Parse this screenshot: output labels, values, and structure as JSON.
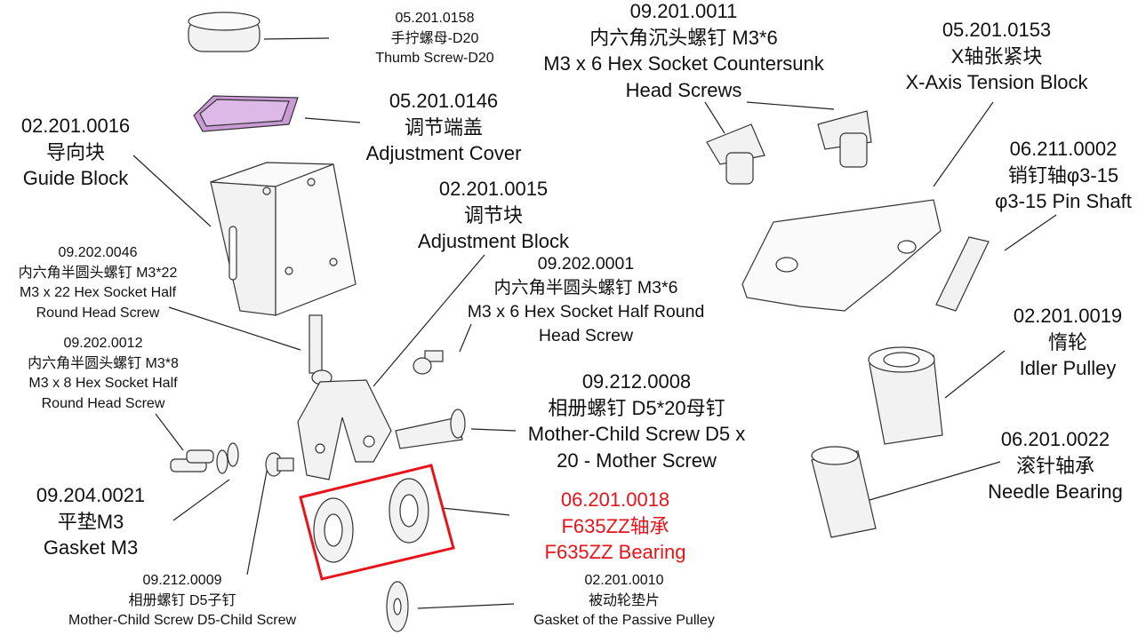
{
  "labels": {
    "thumb_screw": [
      "05.201.0158",
      "手拧螺母-D20",
      "Thumb Screw-D20"
    ],
    "adjustment_cover": [
      "05.201.0146",
      "调节端盖",
      "Adjustment Cover"
    ],
    "countersunk_screws": [
      "09.201.0011",
      "内六角沉头螺钉 M3*6",
      "M3 x 6 Hex Socket Countersunk",
      "Head Screws"
    ],
    "tension_block": [
      "05.201.0153",
      "X轴张紧块",
      "X-Axis Tension Block"
    ],
    "guide_block": [
      "02.201.0016",
      "导向块",
      "Guide Block"
    ],
    "pin_shaft": [
      "06.211.0002",
      "销钉轴φ3-15",
      "φ3-15 Pin Shaft"
    ],
    "adjustment_block": [
      "02.201.0015",
      "调节块",
      "Adjustment Block"
    ],
    "half_round_m3x6": [
      "09.202.0001",
      "内六角半圆头螺钉 M3*6",
      "M3 x 6 Hex Socket Half Round",
      "Head Screw"
    ],
    "half_round_m3x22": [
      "09.202.0046",
      "内六角半圆头螺钉 M3*22",
      "M3 x 22 Hex Socket Half",
      "Round Head Screw"
    ],
    "idler_pulley": [
      "02.201.0019",
      "惰轮",
      "Idler Pulley"
    ],
    "half_round_m3x8": [
      "09.202.0012",
      "内六角半圆头螺钉 M3*8",
      "M3 x 8 Hex Socket Half",
      "Round Head Screw"
    ],
    "mother_screw": [
      "09.212.0008",
      "相册螺钉 D5*20母钉",
      "Mother-Child Screw D5 x",
      "20 - Mother Screw"
    ],
    "needle_bearing": [
      "06.201.0022",
      "滚针轴承",
      "Needle Bearing"
    ],
    "gasket_m3": [
      "09.204.0021",
      "平垫M3",
      "Gasket M3"
    ],
    "bearing_f635zz": [
      "06.201.0018",
      "F635ZZ轴承",
      "F635ZZ Bearing"
    ],
    "child_screw": [
      "09.212.0009",
      "相册螺钉 D5子钉",
      "Mother-Child Screw D5-Child Screw"
    ],
    "passive_gasket": [
      "02.201.0010",
      "被动轮垫片",
      "Gasket of the Passive Pulley"
    ]
  },
  "colors": {
    "highlight": "#e8141b",
    "cover": "#c99ad6",
    "part": "#f2f2f2",
    "edge": "#333333"
  }
}
